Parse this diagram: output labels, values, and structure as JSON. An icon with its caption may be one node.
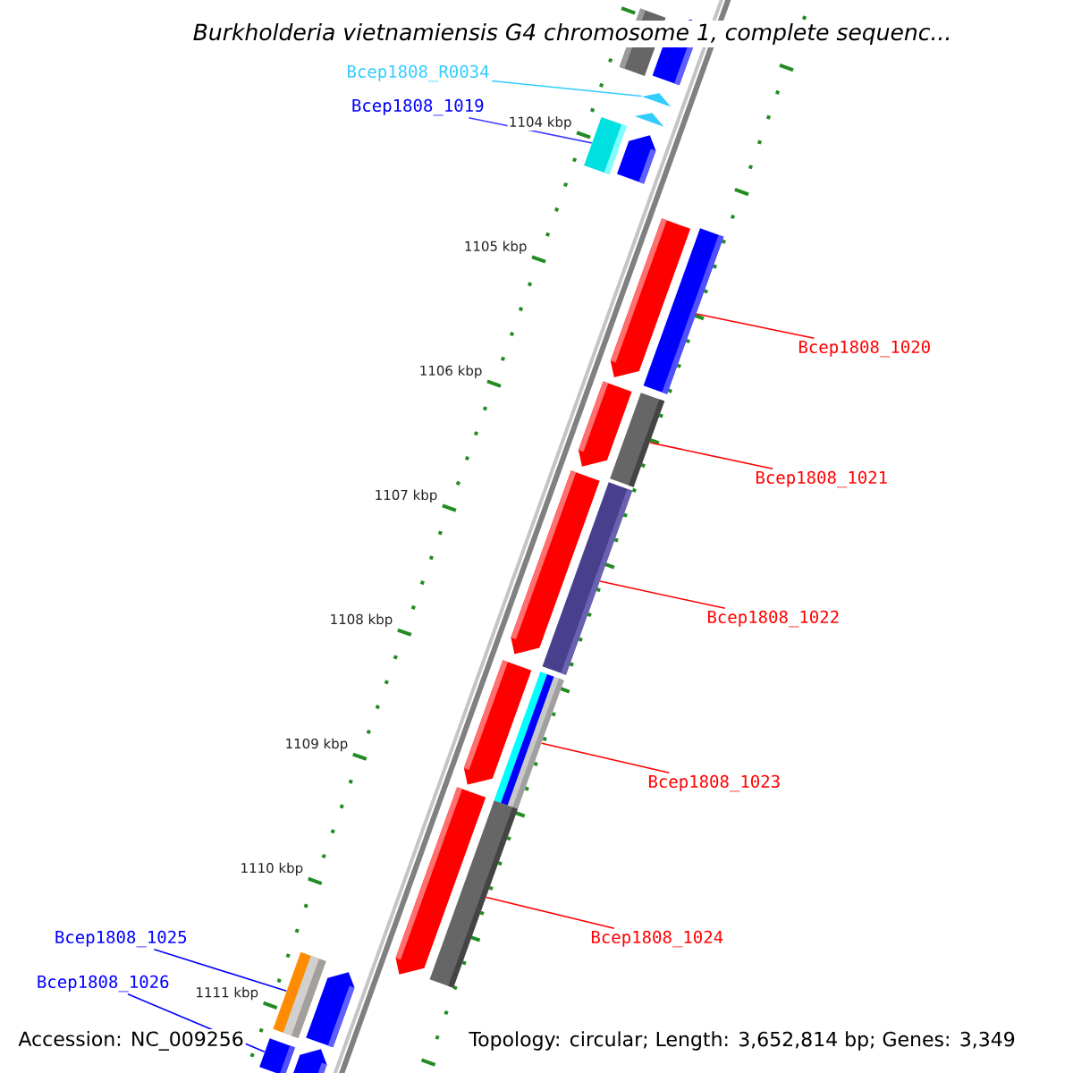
{
  "diagram": {
    "title": "Burkholderia vietnamiensis G4 chromosome 1, complete sequenc...",
    "nodes": [
      {
        "text": [
          "Bcep1808_R0034"
        ]
      },
      {
        "text": [],
        "shape": "triangle"
      },
      {
        "text": [
          "Bcep1808_1019"
        ]
      },
      {
        "text": [],
        "shape": "bar"
      },
      {
        "text": [
          "Bcep1808_1020"
        ]
      },
      {
        "text": [],
        "shape": "bar"
      },
      {
        "text": [
          "Bcep1808_1021"
        ]
      },
      {
        "text": [],
        "shape": "bar"
      },
      {
        "text": [
          "Bcep1808_1022"
        ]
      },
      {
        "text": [],
        "shape": "bar"
      },
      {
        "text": [
          "Bcep1808_1023"
        ]
      },
      {
        "text": [],
        "shape": "bar"
      },
      {
        "text": [
          "Bcep1808_1024"
        ]
      },
      {
        "text": [],
        "shape": "bar"
      },
      {
        "text": [
          "Bcep1808_1025"
        ]
      },
      {
        "text": [],
        "shape": "bar"
      },
      {
        "text": [
          "Bcep1808_1026"
        ]
      },
      {
        "text": [],
        "shape": "bar"
      },
      {
        "text": [],
        "shape": "bar"
      },
      {
        "text": [],
        "shape": "pentagon"
      },
      {
        "text": [],
        "shape": "triangle"
      },
      {
        "text": [],
        "shape": "pentagon"
      },
      {
        "text": [],
        "shape": "pentagon"
      },
      {
        "text": [],
        "shape": "pentagon"
      },
      {
        "text": [],
        "shape": "pentagon"
      },
      {
        "text": [],
        "shape": "pentagon"
      },
      {
        "text": [],
        "shape": "pentagon"
      },
      {
        "text": [],
        "shape": "pentagon"
      },
      {
        "text": [],
        "shape": "pentagon"
      }
    ],
    "edges": [
      {
        "from": 0,
        "to": 1,
        "arrow": "none",
        "color": "#33ccff"
      },
      {
        "from": 2,
        "to": 3,
        "arrow": "none",
        "color": "#4040ff"
      },
      {
        "from": 4,
        "to": 5,
        "arrow": "none"
      },
      {
        "from": 6,
        "to": 7,
        "arrow": "none"
      },
      {
        "from": 8,
        "to": 9,
        "arrow": "none"
      },
      {
        "from": 10,
        "to": 11,
        "arrow": "none"
      },
      {
        "from": 12,
        "to": 13,
        "arrow": "none"
      },
      {
        "from": 14,
        "to": 15,
        "arrow": "none",
        "color": "#0000ff"
      },
      {
        "from": 16,
        "to": 17,
        "arrow": "none",
        "color": "#0000ff"
      }
    ],
    "labels": [
      "1104 kbp",
      "1105 kbp",
      "1106 kbp",
      "1107 kbp",
      "1108 kbp",
      "1109 kbp",
      "1110 kbp",
      "1111 kbp",
      "Accession: NC_009256",
      "Topology: circular; Length: 3,652,814 bp; Genes: 3,349"
    ]
  }
}
